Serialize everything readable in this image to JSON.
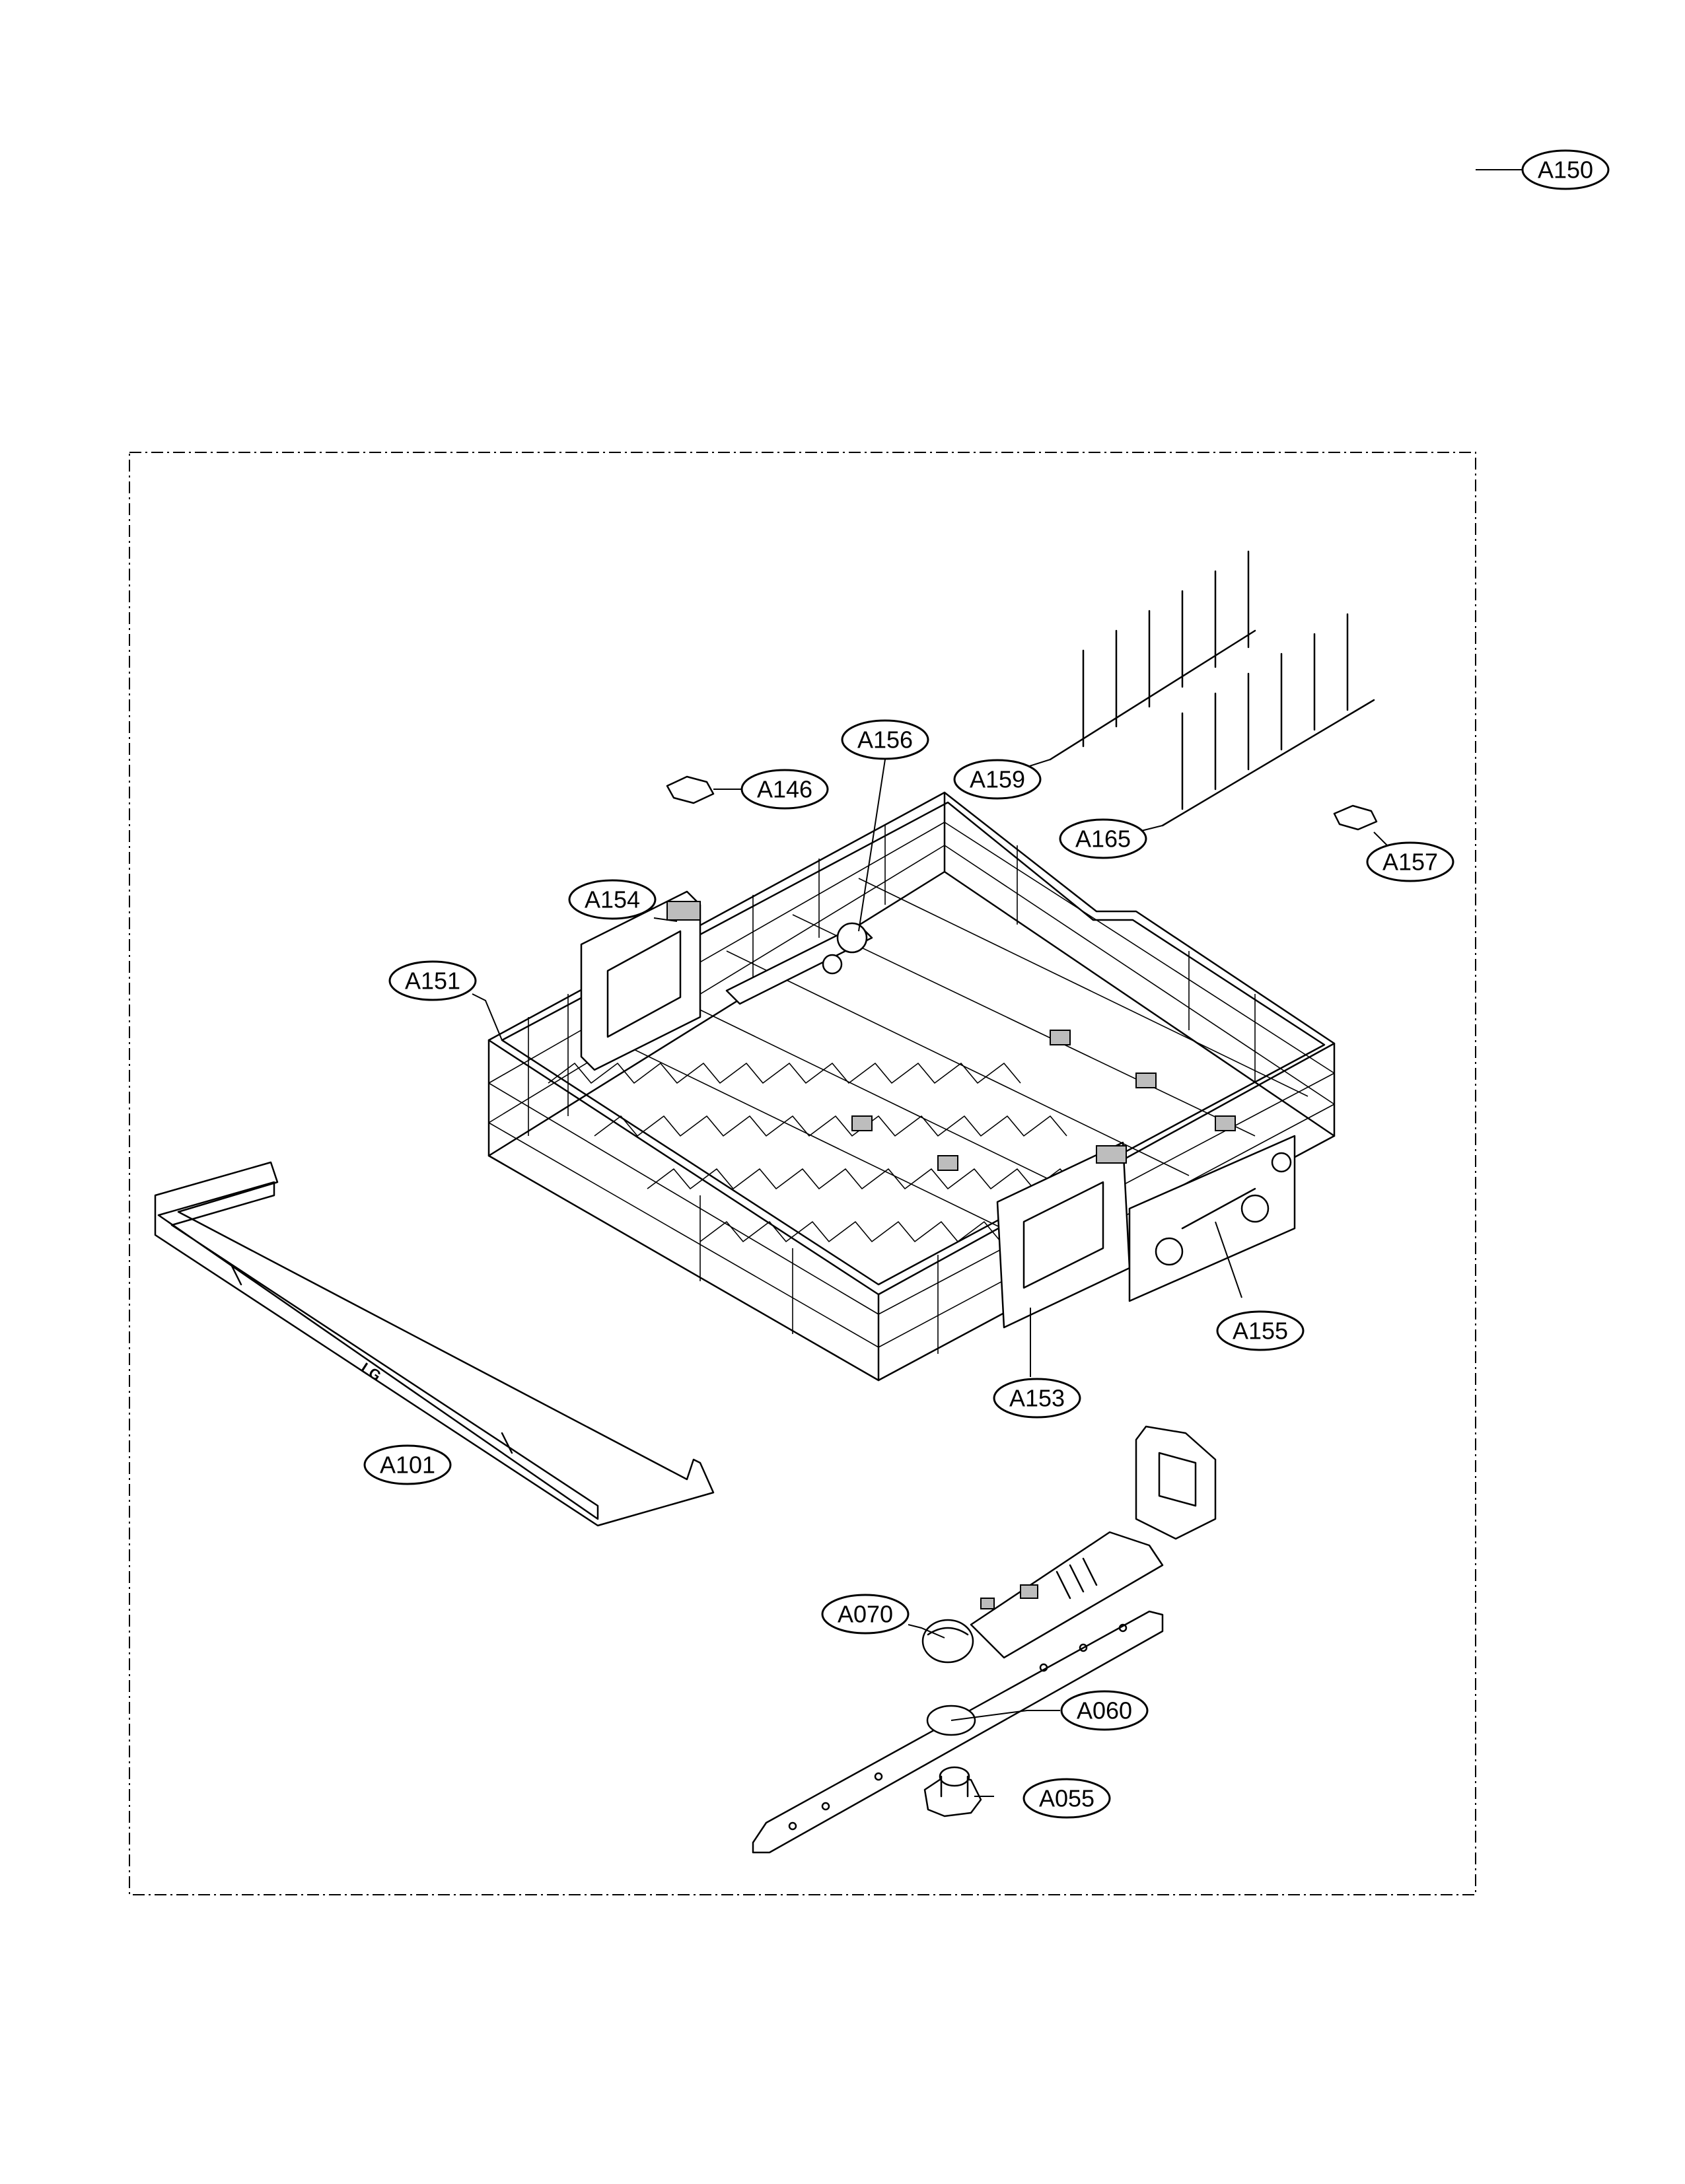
{
  "callouts": {
    "A150": "A150",
    "A159": "A159",
    "A156": "A156",
    "A146": "A146",
    "A165": "A165",
    "A157": "A157",
    "A154": "A154",
    "A151": "A151",
    "A155": "A155",
    "A153": "A153",
    "A101": "A101",
    "A070": "A070",
    "A060": "A060",
    "A055": "A055"
  },
  "handle_logo": "LG"
}
